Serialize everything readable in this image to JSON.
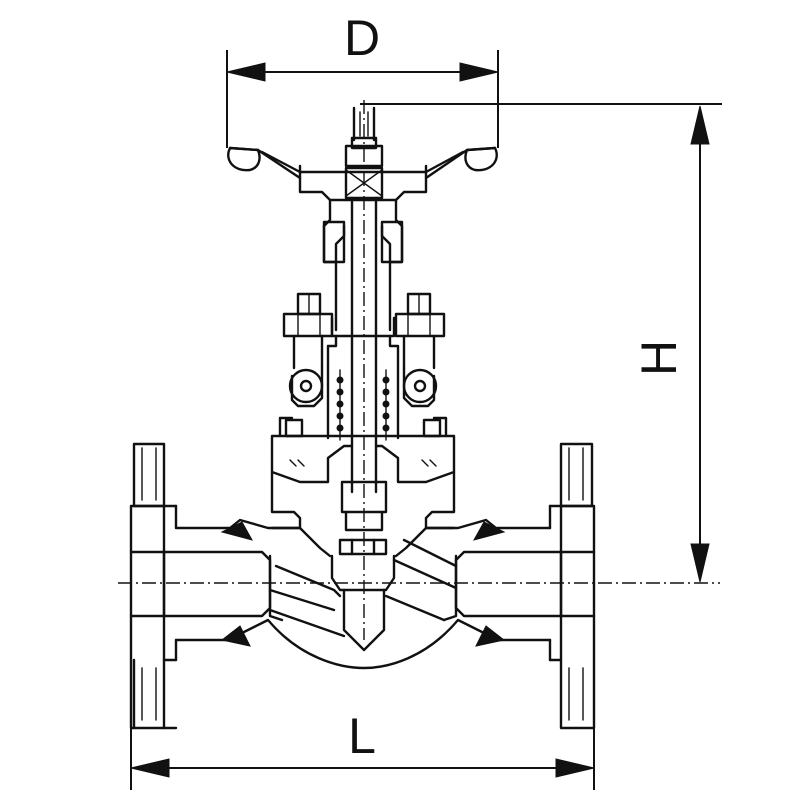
{
  "dimensions": {
    "handwheel_diameter_label": "D",
    "height_label": "H",
    "length_label": "L"
  }
}
